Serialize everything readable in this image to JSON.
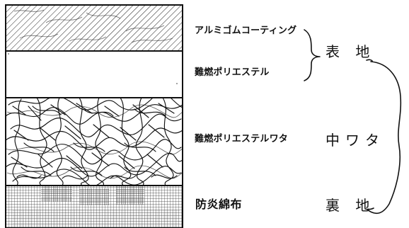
{
  "labels": {
    "aluminum_rubber_coating": "アルミゴムコーティング",
    "flame_retardant_polyester": "難燃ポリエステル",
    "flame_retardant_polyester_batting": "難燃ポリエステルワタ",
    "flame_resistant_cotton": "防炎綿布",
    "outer_fabric": "表 地",
    "batting": "中ワタ",
    "lining": "裏 地"
  },
  "colors": {
    "ink": "#111111",
    "background": "#ffffff"
  }
}
